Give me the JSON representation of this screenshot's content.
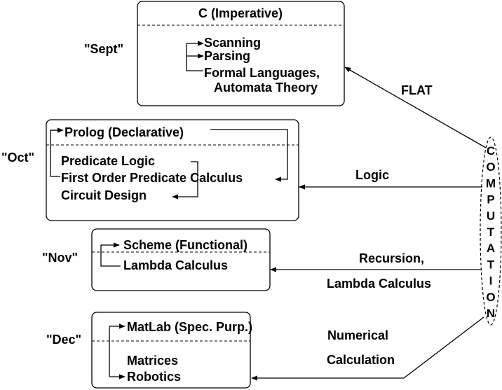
{
  "months": {
    "sept": "\"Sept\"",
    "oct": "\"Oct\"",
    "nov": "\"Nov\"",
    "dec": "\"Dec\""
  },
  "boxes": {
    "c": {
      "title": "C (Imperative)",
      "items": [
        "Scanning",
        "Parsing",
        "Formal Languages,",
        "Automata Theory"
      ]
    },
    "prolog": {
      "title": "Prolog (Declarative)",
      "items": [
        "Predicate Logic",
        "First Order Predicate Calculus",
        "Circuit Design"
      ]
    },
    "scheme": {
      "title": "Scheme (Functional)",
      "items": [
        "Lambda Calculus"
      ]
    },
    "matlab": {
      "title": "MatLab (Spec. Purp.)",
      "items": [
        "Matrices",
        "Robotics"
      ]
    }
  },
  "edges": {
    "flat": "FLAT",
    "logic": "Logic",
    "recursion": [
      "Recursion,",
      "Lambda Calculus"
    ],
    "numerical": [
      "Numerical",
      "Calculation"
    ]
  },
  "computation_letters": [
    "C",
    "O",
    "M",
    "P",
    "U",
    "T",
    "A",
    "T",
    "I",
    "O",
    "N"
  ],
  "colors": {
    "ink": "#000000",
    "background": "#ffffff"
  }
}
